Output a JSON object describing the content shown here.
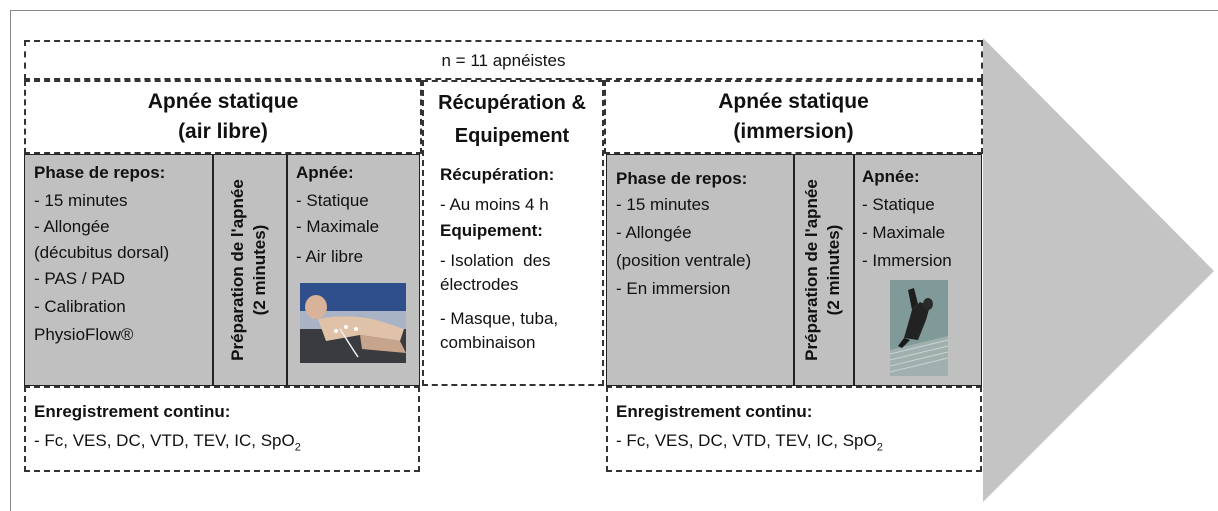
{
  "header": {
    "participants": "n = 11 apnéistes"
  },
  "left_block": {
    "title_line1": "Apnée statique",
    "title_line2": "(air libre)",
    "rest_phase": {
      "heading": "Phase de repos:",
      "items": [
        "- 15 minutes",
        "- Allongée",
        "(décubitus dorsal)",
        "- PAS / PAD",
        "- Calibration",
        "PhysioFlow®"
      ]
    },
    "prep": {
      "line1": "Préparation de l'apnée",
      "line2": "(2 minutes)"
    },
    "apnea": {
      "heading": "Apnée:",
      "items": [
        "- Statique",
        "- Maximale",
        "- Air libre"
      ]
    },
    "recording": {
      "heading": "Enregistrement continu:",
      "text": "- Fc, VES, DC, VTD, TEV, IC, SpO",
      "sub": "2"
    }
  },
  "middle_block": {
    "title_line1": "Récupération &",
    "title_line2": "Equipement",
    "recovery": {
      "heading": "Récupération:",
      "items": [
        "- Au moins 4 h"
      ]
    },
    "equipment": {
      "heading": "Equipement:",
      "items": [
        "- Isolation  des",
        "électrodes",
        "- Masque, tuba,",
        "combinaison"
      ]
    }
  },
  "right_block": {
    "title_line1": "Apnée statique",
    "title_line2": "(immersion)",
    "rest_phase": {
      "heading": "Phase de repos:",
      "items": [
        "- 15 minutes",
        "- Allongée",
        "(position ventrale)",
        "- En immersion"
      ]
    },
    "prep": {
      "line1": "Préparation de l'apnée",
      "line2": "(2 minutes)"
    },
    "apnea": {
      "heading": "Apnée:",
      "items": [
        "- Statique",
        "- Maximale",
        "- Immersion"
      ]
    },
    "recording": {
      "heading": "Enregistrement continu:",
      "text": "- Fc, VES, DC, VTD, TEV, IC, SpO",
      "sub": "2"
    }
  },
  "colors": {
    "panel_grey": "#c0c0c0",
    "arrow_grey": "#c4c4c4",
    "dash": "#333333"
  }
}
